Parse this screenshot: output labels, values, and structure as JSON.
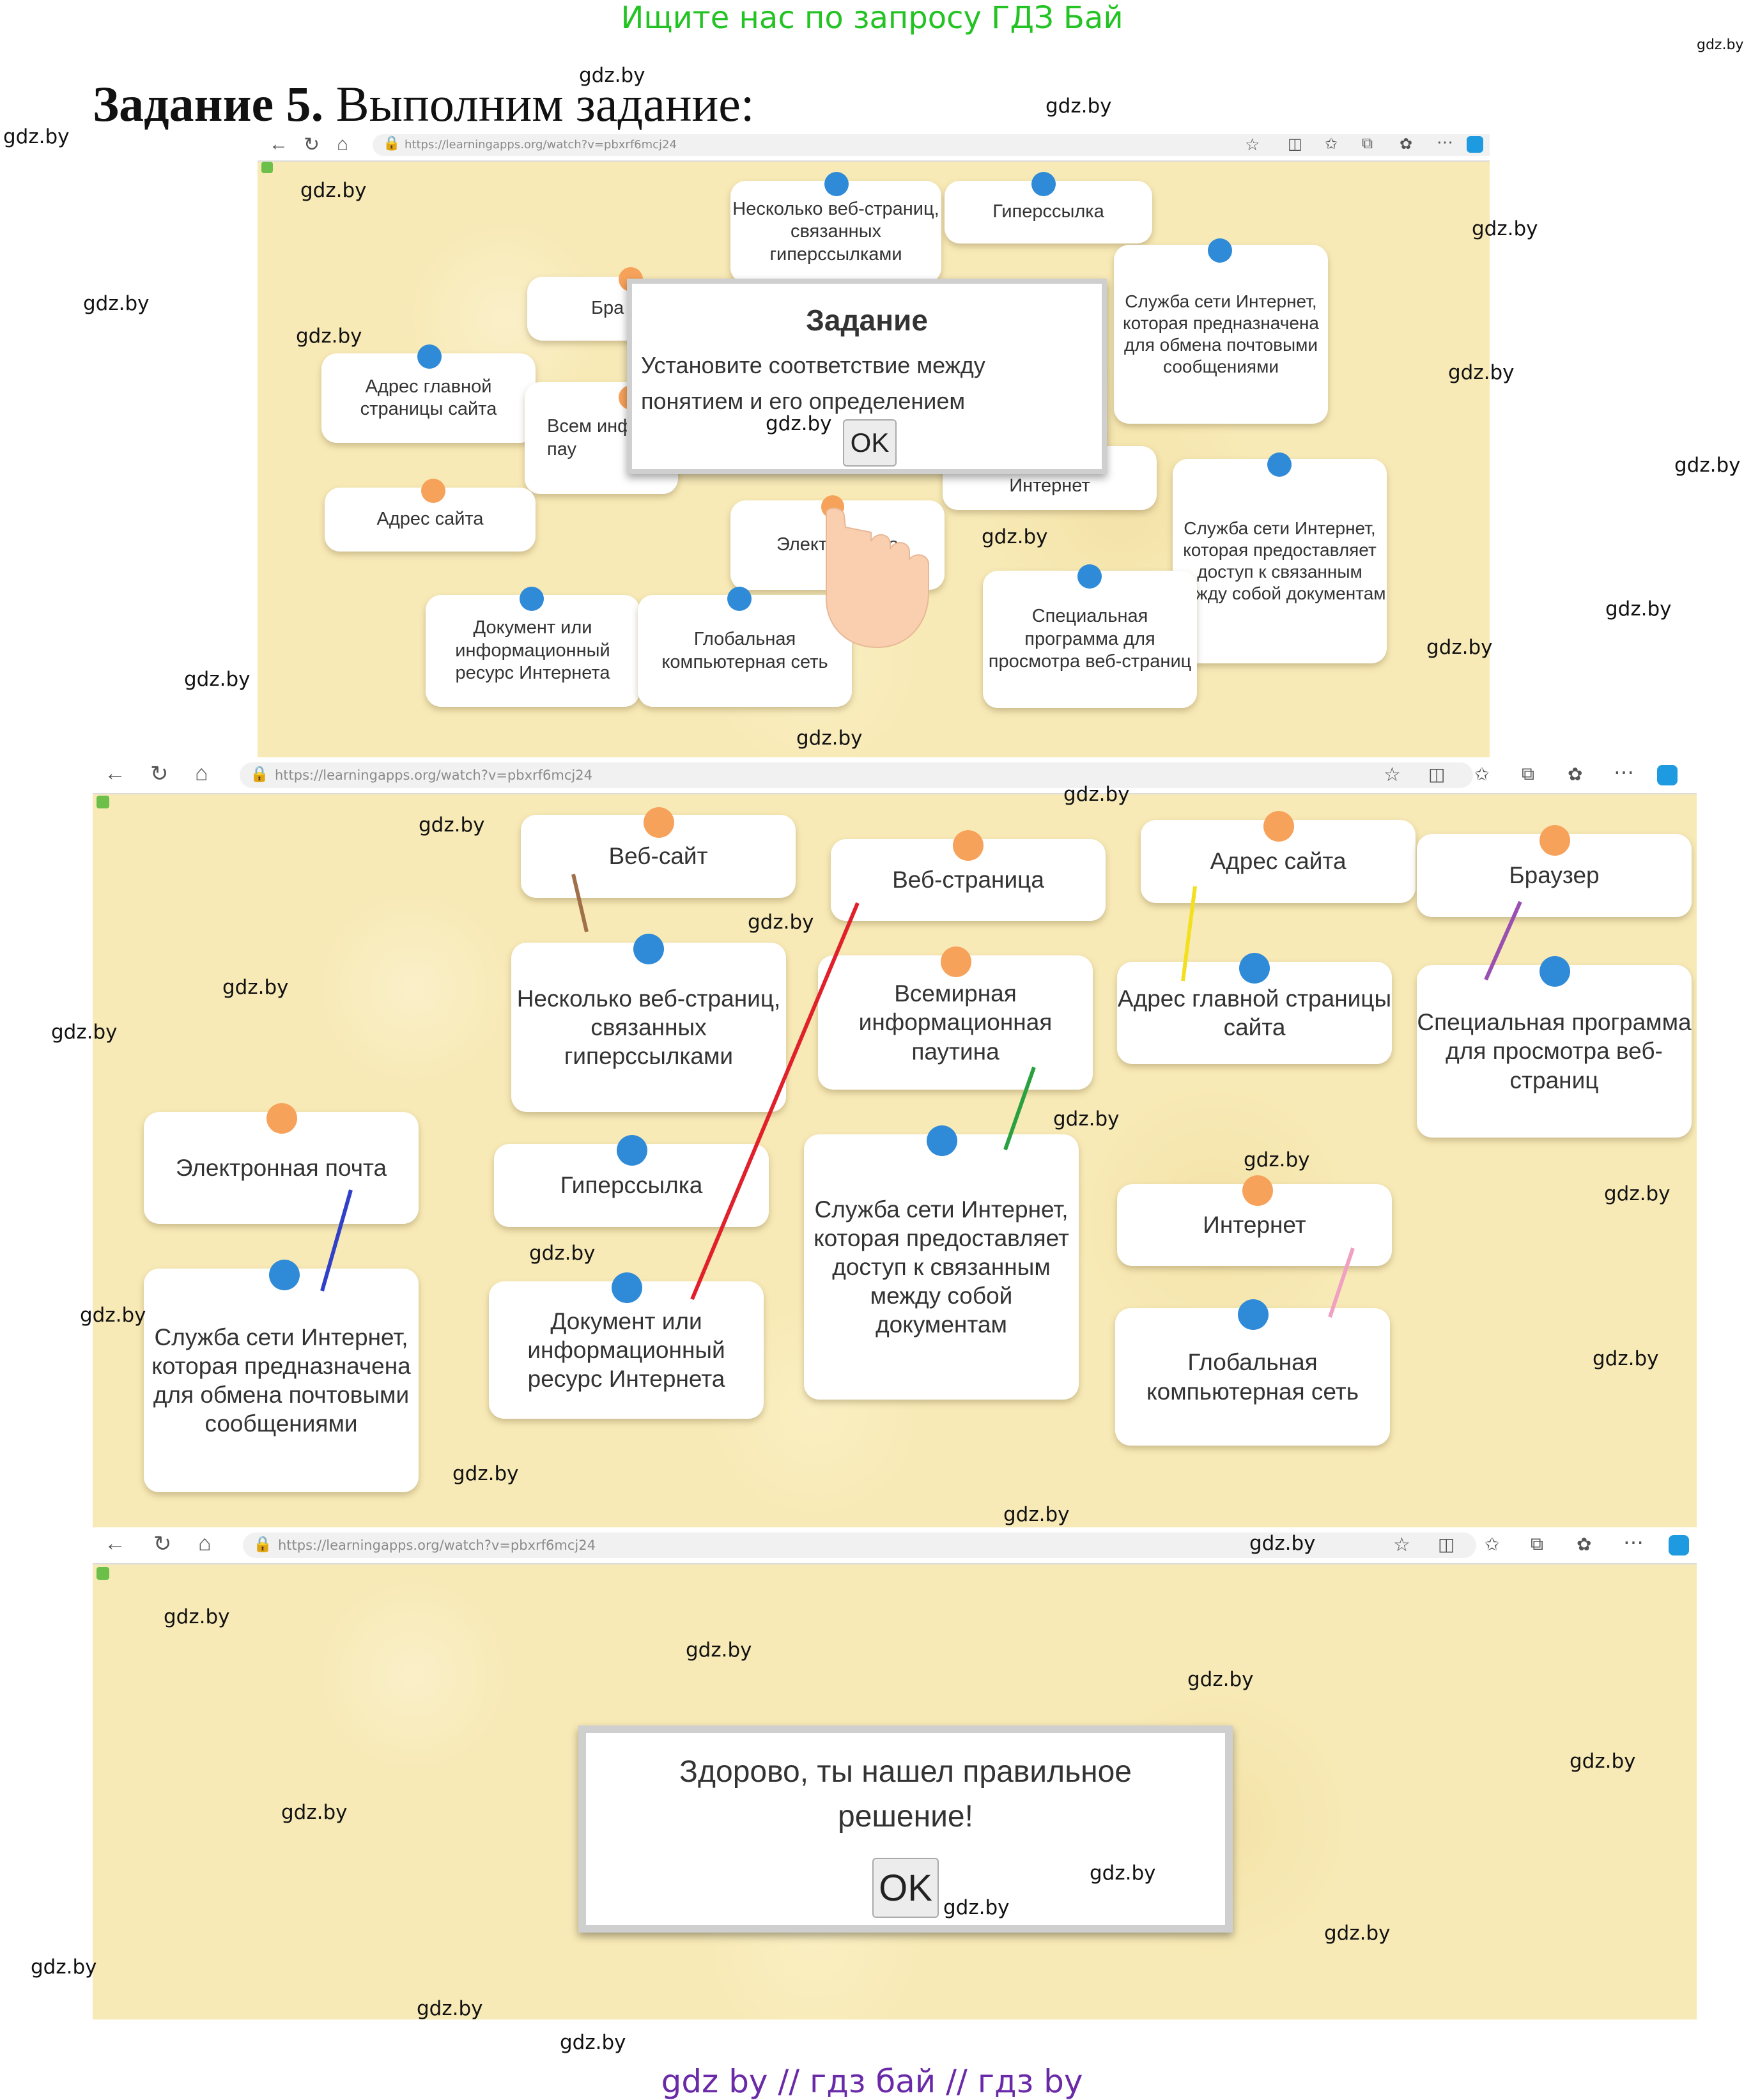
{
  "banner": "Ищите нас по запросу ГДЗ Бай",
  "task": {
    "number": "Задание 5.",
    "text": "Выполним задание:"
  },
  "watermark": "gdz.by",
  "footer": "gdz by  //  гдз бай  //  гдз by",
  "browser": {
    "url": "https://learningapps.org/watch?v=pbxrf6mcj24"
  },
  "panel1": {
    "cards": [
      "Несколько веб-страниц, связанных гиперссылками",
      "Гиперссылка",
      "Служба сети Интернет, которая предназначена для обмена почтовыми сообщениями",
      "Бра",
      "Адрес главной страницы сайта",
      "Всем информа пау",
      "Интернет",
      "Служба сети Интернет, которая предоставляет доступ к связанным между собой документам",
      "Адрес сайта",
      "Элект нная по",
      "Специальная программа для просмотра веб-страниц",
      "Документ или информационный ресурс Интернета",
      "Глобальная компьютерная сеть"
    ],
    "dialog": {
      "title": "Задание",
      "text": "Установите соответствие между понятием и его определением",
      "ok": "OK"
    }
  },
  "panel2": {
    "cards": [
      "Веб-сайт",
      "Веб-страница",
      "Адрес сайта",
      "Браузер",
      "Несколько веб-страниц, связанных гиперссылками",
      "Всемирная информационная паутина",
      "Адрес главной страницы сайта",
      "Специальная программа для просмотра веб-страниц",
      "Электронная почта",
      "Гиперссылка",
      "Служба сети Интернет, которая предоставляет доступ к связанным между собой документам",
      "Интернет",
      "Служба сети Интернет, которая предназначена для обмена почтовыми сообщениями",
      "Документ или информационный ресурс Интернета",
      "Глобальная компьютерная сеть"
    ],
    "link_colors": [
      "#a0704a",
      "#e0202a",
      "#f2e020",
      "#9a50b0",
      "#2aa040",
      "#3040c8",
      "#f0a0c0"
    ]
  },
  "panel3": {
    "dialog": {
      "text": "Здорово, ты нашел правильное решение!",
      "ok": "OK"
    }
  }
}
